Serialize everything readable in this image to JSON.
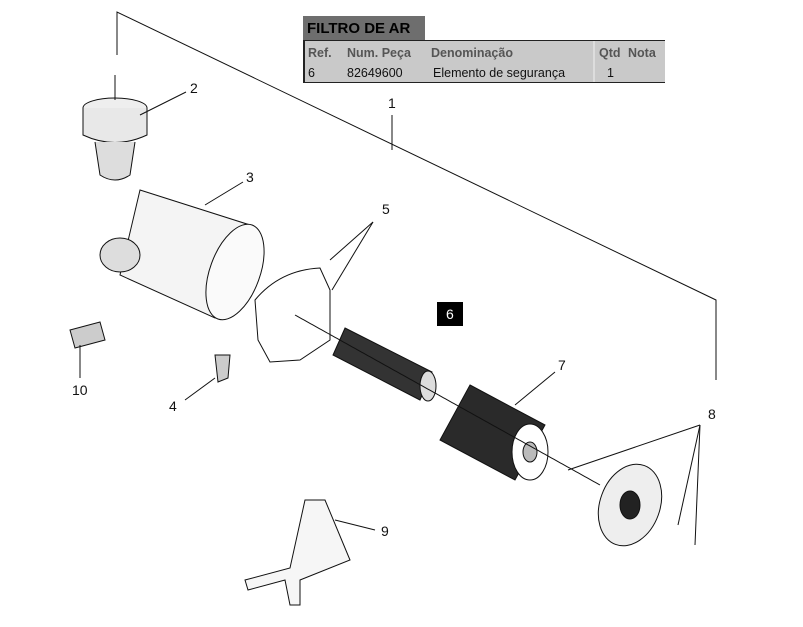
{
  "table": {
    "title": "FILTRO DE AR",
    "headers": [
      "Ref.",
      "Num. Peça",
      "Denominação",
      "Qtd",
      "Nota"
    ],
    "rows": [
      [
        "6",
        "82649600",
        "Elemento de segurança",
        "1",
        ""
      ]
    ]
  },
  "callouts": {
    "c1": "1",
    "c2": "2",
    "c3": "3",
    "c4": "4",
    "c5": "5",
    "c6": "6",
    "c7": "7",
    "c8": "8",
    "c9": "9",
    "c10": "10"
  },
  "colors": {
    "highlight": "#000000",
    "title_bg": "#6e6e6e",
    "table_bg": "#c9c9c9"
  }
}
